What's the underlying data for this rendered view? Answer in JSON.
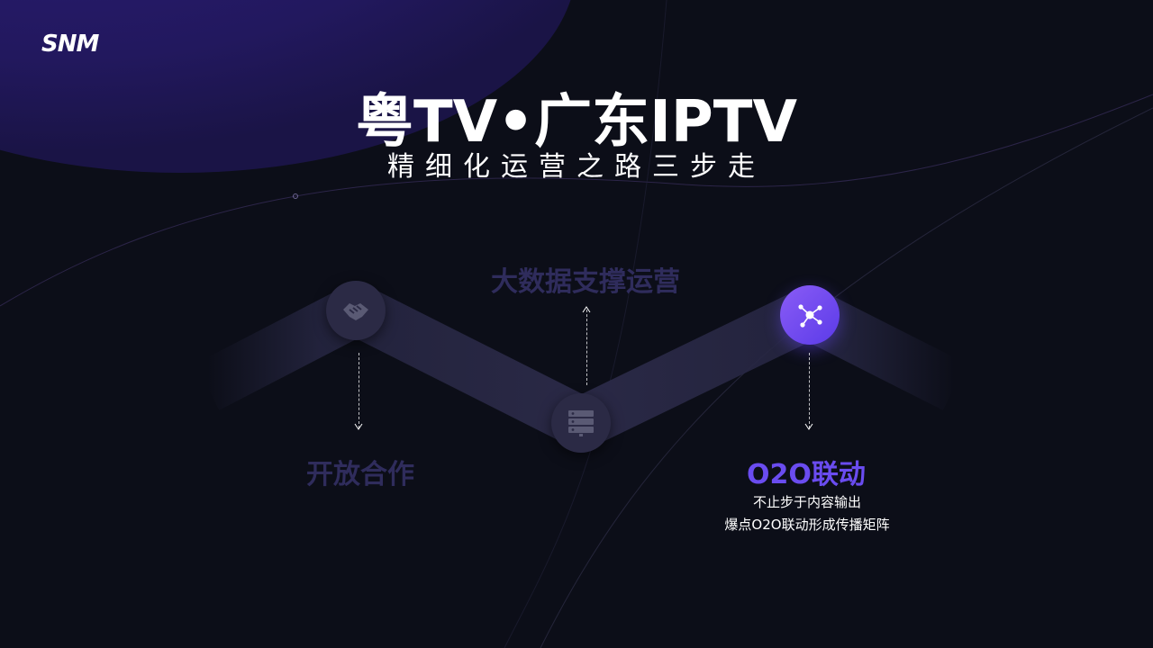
{
  "logo": {
    "text": "SNM"
  },
  "title": "粤TV•广东IPTV",
  "subtitle": "精细化运营之路三步走",
  "steps": [
    {
      "label": "开放合作",
      "icon": "handshake-icon",
      "state": "dim"
    },
    {
      "label": "大数据支撑运营",
      "icon": "server-icon",
      "state": "dim"
    },
    {
      "label": "O2O联动",
      "icon": "network-icon",
      "state": "active",
      "description": [
        "不止步于内容输出",
        "爆点O2O联动形成传播矩阵"
      ]
    }
  ],
  "colors": {
    "background": "#0c0e18",
    "accent": "#6a4cf0",
    "dim_text": "#2f2c5c",
    "node_dim": "#2b2a45"
  }
}
